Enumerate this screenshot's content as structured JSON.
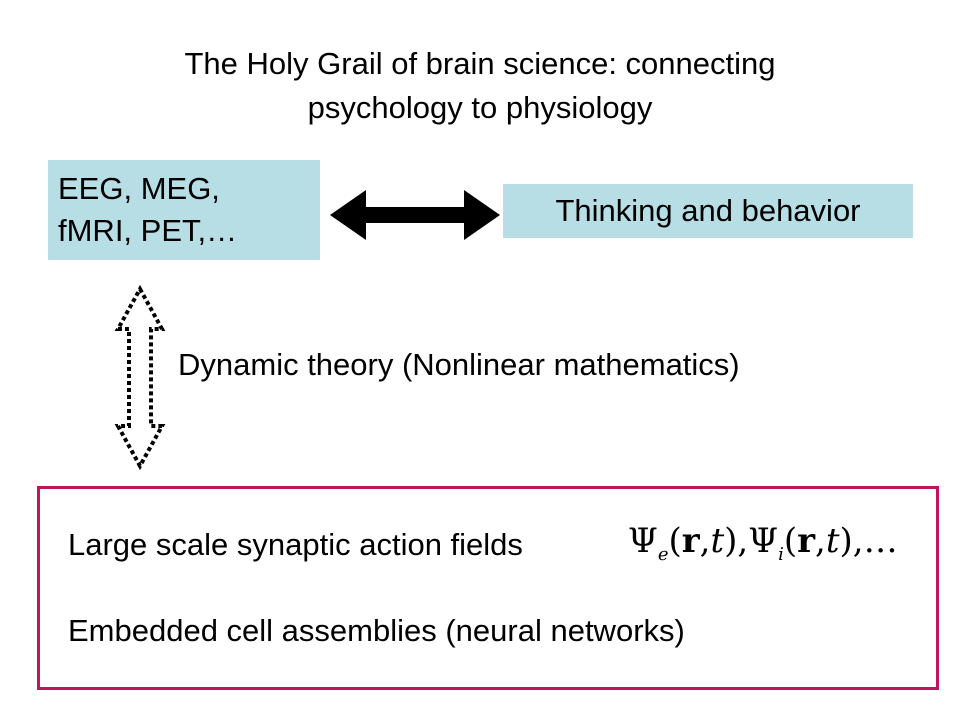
{
  "slide": {
    "title_line1": "The Holy Grail of brain science: connecting",
    "title_line2": "psychology to physiology"
  },
  "diagram": {
    "left_box_line1": "EEG, MEG,",
    "left_box_line2": "fMRI, PET,…",
    "right_box": "Thinking and behavior",
    "middle_label": "Dynamic theory (Nonlinear mathematics)",
    "bottom_box": {
      "line1": "Large scale synaptic action fields",
      "formula": {
        "psi": "Ψ",
        "sub_e": "e",
        "sub_i": "i",
        "open": "(",
        "r": "r",
        "comma": ",",
        "t": "t",
        "close": ")",
        "sep": ",",
        "ellipsis": ",…"
      },
      "line2": "Embedded cell assemblies (neural networks)"
    },
    "colors": {
      "box_fill": "#b7dde5",
      "border_accent": "#c0145c",
      "arrow": "#000000"
    },
    "icons": [
      "double-headed-arrow-icon",
      "dotted-double-arrow-icon"
    ]
  }
}
